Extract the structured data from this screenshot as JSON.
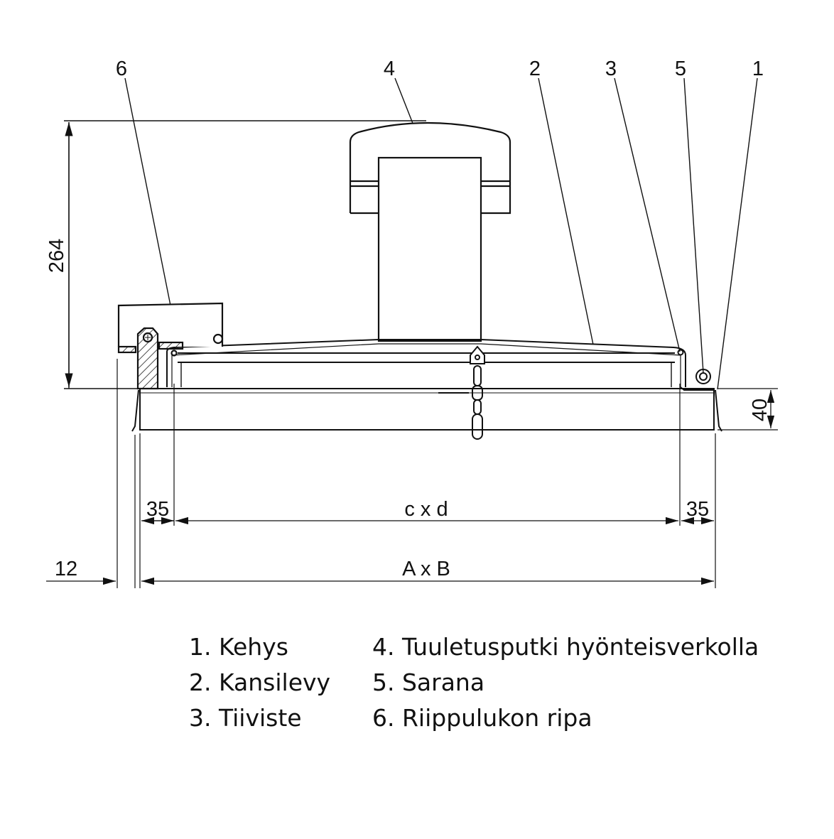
{
  "callouts": [
    "6",
    "4",
    "2",
    "3",
    "5",
    "1"
  ],
  "dimensions": {
    "height": "264",
    "frame_height": "40",
    "margin_left": "35",
    "margin_right": "35",
    "inner": "c x d",
    "outer": "A x B",
    "offset": "12"
  },
  "legend": {
    "left": [
      "1. Kehys",
      "2. Kansilevy",
      "3. Tiiviste"
    ],
    "right": [
      "4. Tuuletusputki hyönteisverkolla",
      "5. Sarana",
      "6. Riippulukon ripa"
    ]
  }
}
